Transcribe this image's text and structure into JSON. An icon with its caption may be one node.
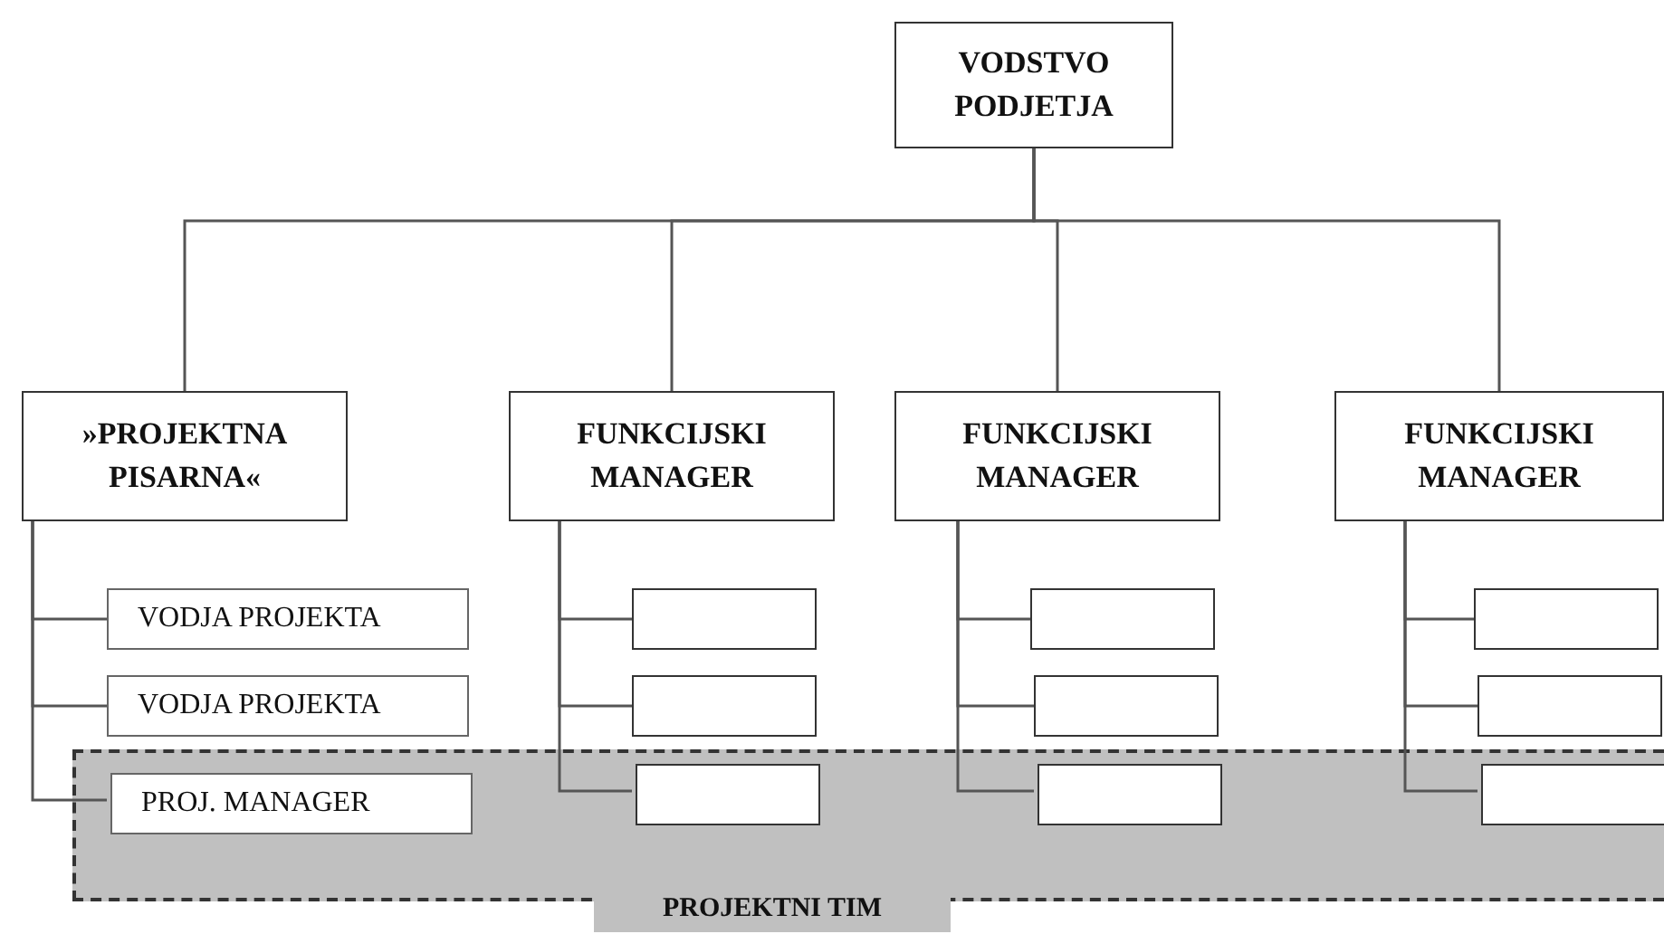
{
  "diagram": {
    "nodes": [
      {
        "text": [
          "VODSTVO PODJETJA"
        ]
      },
      {
        "text": [
          "»PROJEKTNA PISARNA«"
        ]
      },
      {
        "text": [
          "FUNKCIJSKI MANAGER"
        ]
      },
      {
        "text": [
          "FUNKCIJSKI MANAGER"
        ]
      },
      {
        "text": [
          "FUNKCIJSKI MANAGER"
        ]
      },
      {
        "text": [
          "PROJEKTNI TIM"
        ]
      },
      {
        "text": [
          "VODJA PROJEKTA"
        ]
      },
      {
        "text": [
          "VODJA PROJEKTA"
        ]
      },
      {
        "text": [
          "PROJ. MANAGER"
        ],
        "in": 5
      },
      {
        "text": [],
        "shape": "box"
      },
      {
        "text": [],
        "shape": "box"
      },
      {
        "text": [],
        "shape": "box",
        "in": 5
      },
      {
        "text": [],
        "shape": "box"
      },
      {
        "text": [],
        "shape": "box"
      },
      {
        "text": [],
        "shape": "box",
        "in": 5
      },
      {
        "text": [],
        "shape": "box"
      },
      {
        "text": [],
        "shape": "box"
      },
      {
        "text": [],
        "shape": "box",
        "in": 5
      }
    ],
    "edges": [
      {
        "from": 0,
        "to": 1,
        "arrow": "none"
      },
      {
        "from": 0,
        "to": 2,
        "arrow": "none"
      },
      {
        "from": 0,
        "to": 3,
        "arrow": "none"
      },
      {
        "from": 0,
        "to": 4,
        "arrow": "none"
      },
      {
        "from": 1,
        "to": 6,
        "arrow": "none"
      },
      {
        "from": 1,
        "to": 7,
        "arrow": "none"
      },
      {
        "from": 1,
        "to": 8,
        "arrow": "none"
      },
      {
        "from": 2,
        "to": 9,
        "arrow": "none"
      },
      {
        "from": 2,
        "to": 10,
        "arrow": "none"
      },
      {
        "from": 2,
        "to": 11,
        "arrow": "none"
      },
      {
        "from": 3,
        "to": 12,
        "arrow": "none"
      },
      {
        "from": 3,
        "to": 13,
        "arrow": "none"
      },
      {
        "from": 3,
        "to": 14,
        "arrow": "none"
      },
      {
        "from": 4,
        "to": 15,
        "arrow": "none"
      },
      {
        "from": 4,
        "to": 16,
        "arrow": "none"
      },
      {
        "from": 4,
        "to": 17,
        "arrow": "none"
      }
    ]
  }
}
